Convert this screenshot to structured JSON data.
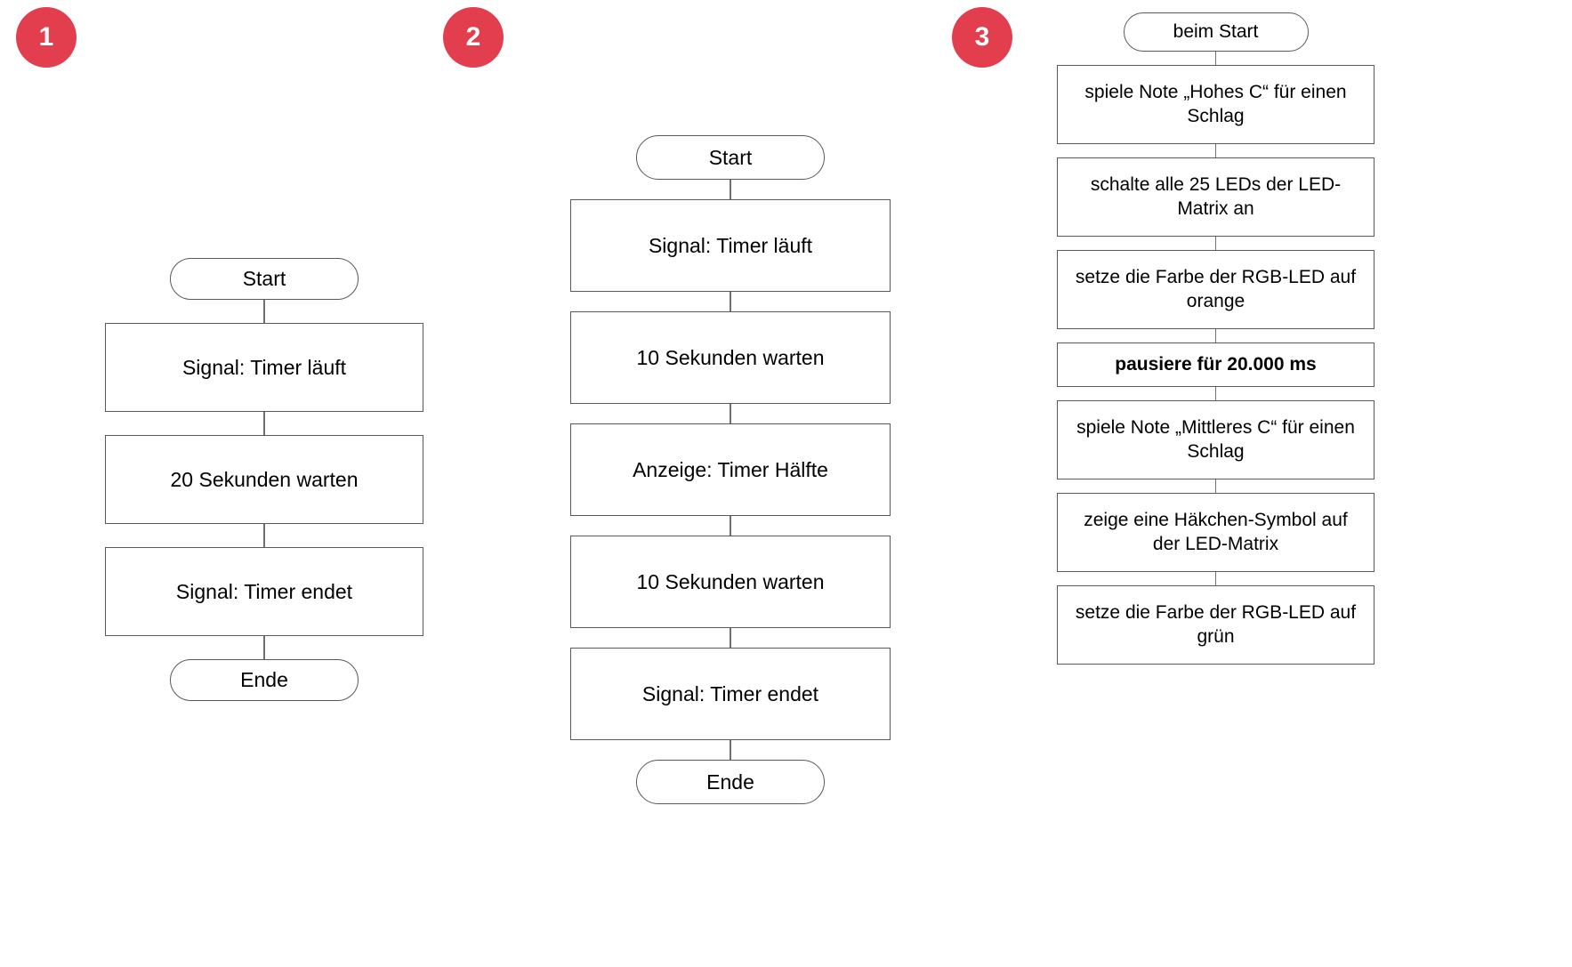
{
  "page": {
    "background_color": "#ffffff",
    "badge_color": "#e33e4e",
    "node_border_color": "#595959",
    "connector_color": "#707070"
  },
  "columns": [
    {
      "badge": "1",
      "nodes": [
        {
          "type": "terminator",
          "label": "Start"
        },
        {
          "type": "process",
          "label": "Signal: Timer läuft"
        },
        {
          "type": "process",
          "label": "20 Sekunden warten"
        },
        {
          "type": "process",
          "label": "Signal: Timer endet"
        },
        {
          "type": "terminator",
          "label": "Ende"
        }
      ]
    },
    {
      "badge": "2",
      "nodes": [
        {
          "type": "terminator",
          "label": "Start"
        },
        {
          "type": "process",
          "label": "Signal: Timer läuft"
        },
        {
          "type": "process",
          "label": "10 Sekunden warten"
        },
        {
          "type": "process",
          "label": "Anzeige: Timer Hälfte"
        },
        {
          "type": "process",
          "label": "10 Sekunden warten"
        },
        {
          "type": "process",
          "label": "Signal: Timer endet"
        },
        {
          "type": "terminator",
          "label": "Ende"
        }
      ]
    },
    {
      "badge": "3",
      "nodes": [
        {
          "type": "terminator",
          "label": "beim Start"
        },
        {
          "type": "process",
          "label": "spiele Note „Hohes C“ für einen Schlag"
        },
        {
          "type": "process",
          "label": "schalte alle 25 LEDs der LED-Matrix an"
        },
        {
          "type": "process",
          "label": "setze die Farbe der RGB-LED auf orange"
        },
        {
          "type": "process",
          "label": "pausiere für 20.000 ms",
          "emphasis": true,
          "short": true
        },
        {
          "type": "process",
          "label": "spiele Note „Mittleres C“ für einen Schlag"
        },
        {
          "type": "process",
          "label": "zeige eine Häkchen-Symbol auf der LED-Matrix"
        },
        {
          "type": "process",
          "label": "setze die Farbe der RGB-LED auf grün"
        }
      ]
    }
  ]
}
